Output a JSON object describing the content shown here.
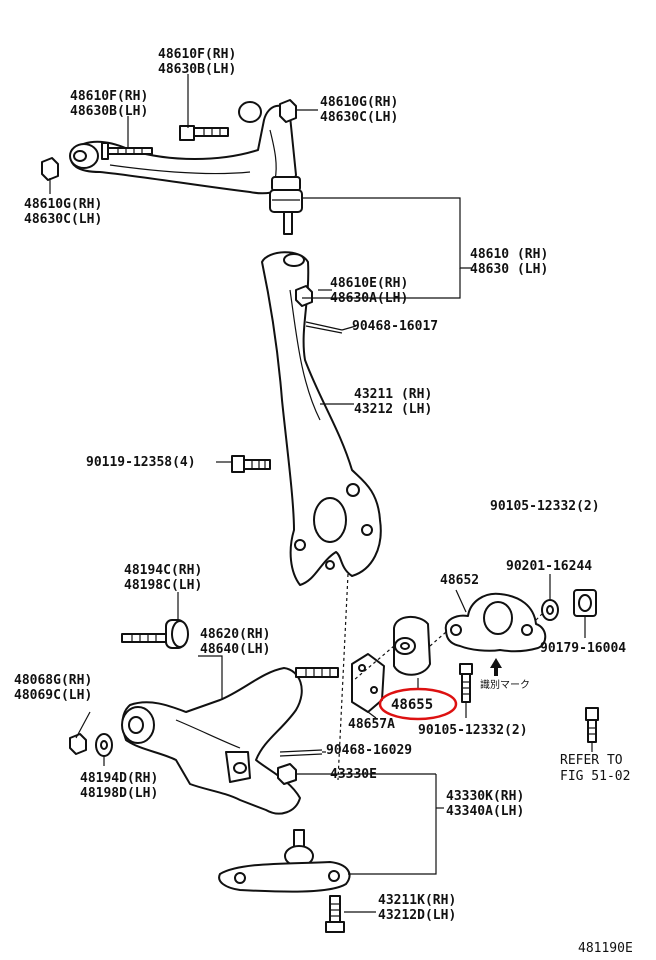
{
  "labels": {
    "l48610F": "48610F(RH)",
    "l48630B": "48630B(LH)",
    "l48610F2": "48610F(RH)",
    "l48630B2": "48630B(LH)",
    "l48610G": "48610G(RH)",
    "l48630C": "48630C(LH)",
    "l48610G2": "48610G(RH)",
    "l48630C2": "48630C(LH)",
    "l48610": "48610 (RH)",
    "l48630": "48630 (LH)",
    "l48610E": "48610E(RH)",
    "l48630A": "48630A(LH)",
    "l90468a": "90468-16017",
    "l43211": "43211 (RH)",
    "l43212": "43212 (LH)",
    "l90119": "90119-12358(4)",
    "l90105top": "90105-12332(2)",
    "l48194C": "48194C(RH)",
    "l48198C": "48198C(LH)",
    "l48652": "48652",
    "l90201": "90201-16244",
    "l48620": "48620(RH)",
    "l48640": "48640(LH)",
    "l90179": "90179-16004",
    "l48068G": "48068G(RH)",
    "l48069C": "48069C(LH)",
    "l48655": "48655",
    "l48657A": "48657A",
    "l90105b": "90105-12332(2)",
    "lMark": "識別マーク",
    "lRefer1": "REFER TO",
    "lRefer2": "FIG 51-02",
    "l90468b": "90468-16029",
    "l43330E": "43330E",
    "l48194D": "48194D(RH)",
    "l48198D": "48198D(LH)",
    "l43330K": "43330K(RH)",
    "l43340A": "43340A(LH)",
    "l43211K": "43211K(RH)",
    "l43212D": "43212D(LH)",
    "lFig": "481190E"
  },
  "highlight": {
    "part": "48655",
    "color": "#dd1111"
  }
}
